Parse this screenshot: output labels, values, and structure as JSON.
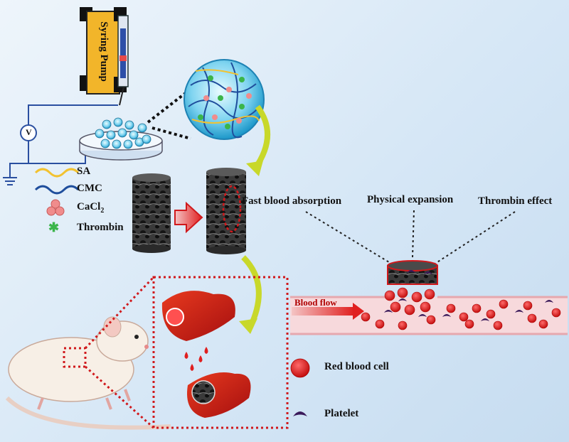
{
  "syringe_pump": {
    "label": "Syring Pump"
  },
  "voltmeter": {
    "symbol": "V"
  },
  "legend": {
    "items": [
      {
        "label": "SA",
        "icon": "yellow-wave-line",
        "color": "#f2c230"
      },
      {
        "label": "CMC",
        "icon": "blue-wave-line",
        "color": "#1f4e9c"
      },
      {
        "label": "CaCl",
        "subscript": "2",
        "icon": "pink-triple-spheres",
        "color": "#f08c8c"
      },
      {
        "label": "Thrombin",
        "icon": "green-star",
        "color": "#3bb54a"
      }
    ]
  },
  "mechanisms": {
    "fast_absorption": "Fast blood  absorption",
    "physical_expansion": "Physical expansion",
    "thrombin_effect": "Thrombin  effect"
  },
  "vessel": {
    "flow_label": "Blood flow"
  },
  "cell_legend": {
    "red_blood_cell": "Red blood  cell",
    "platelet": "Platelet"
  },
  "colors": {
    "blood_red": "#e01f1f",
    "vessel_pink": "#f7d9dc",
    "arrow_green": "#c8d82a",
    "dotted_red": "#d0191c",
    "platelet_purple": "#3a1a5a"
  }
}
